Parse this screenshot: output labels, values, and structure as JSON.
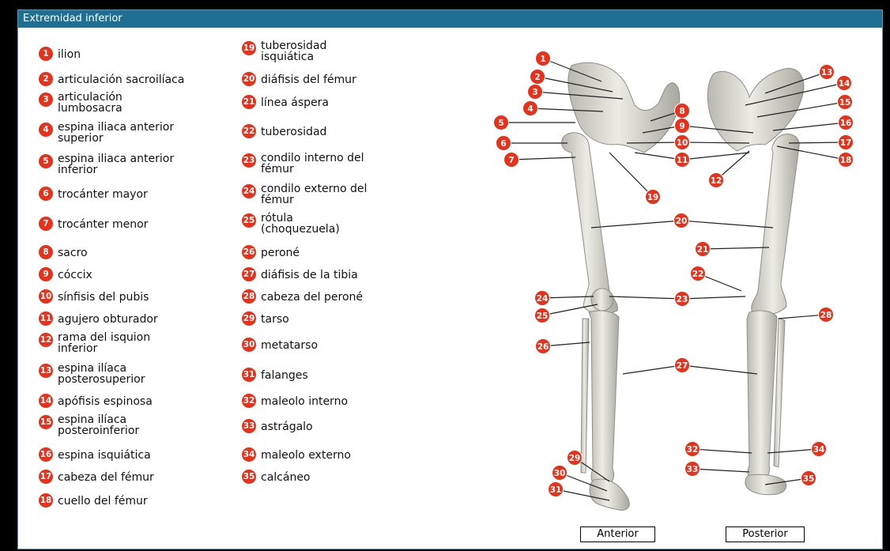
{
  "title": "Extremidad inferior",
  "accent_color": "#1e6f92",
  "badge_color": "#e8311a",
  "legend_items": [
    {
      "num": "1",
      "text": "ilion"
    },
    {
      "num": "2",
      "text": "articulación sacroilíaca"
    },
    {
      "num": "3",
      "text": "articulación\nlumbosacra"
    },
    {
      "num": "4",
      "text": "espina iliaca anterior\nsuperior"
    },
    {
      "num": "5",
      "text": "espina iliaca anterior\ninferior"
    },
    {
      "num": "6",
      "text": "trocánter mayor"
    },
    {
      "num": "7",
      "text": "trocánter menor"
    },
    {
      "num": "8",
      "text": "sacro"
    },
    {
      "num": "9",
      "text": "cóccix"
    },
    {
      "num": "10",
      "text": "sínfisis del pubis"
    },
    {
      "num": "11",
      "text": "agujero obturador"
    },
    {
      "num": "12",
      "text": "rama del isquion\ninferior"
    },
    {
      "num": "13",
      "text": "espina ilíaca\nposterosuperior"
    },
    {
      "num": "14",
      "text": "apófisis espinosa"
    },
    {
      "num": "15",
      "text": "espina ilíaca\nposteroinferior"
    },
    {
      "num": "16",
      "text": "espina isquiática"
    },
    {
      "num": "17",
      "text": "cabeza del fémur"
    },
    {
      "num": "18",
      "text": "cuello del fémur"
    },
    {
      "num": "19",
      "text": "tuberosidad\nisquiática"
    },
    {
      "num": "20",
      "text": "diáfisis del fémur"
    },
    {
      "num": "21",
      "text": "línea áspera"
    },
    {
      "num": "22",
      "text": "tuberosidad"
    },
    {
      "num": "23",
      "text": "condilo interno del\nfémur"
    },
    {
      "num": "24",
      "text": "condilo externo del\nfémur"
    },
    {
      "num": "25",
      "text": "rótula\n(choquezuela)"
    },
    {
      "num": "26",
      "text": "peroné"
    },
    {
      "num": "27",
      "text": "diáfisis de la tibia"
    },
    {
      "num": "28",
      "text": "cabeza del peroné"
    },
    {
      "num": "29",
      "text": "tarso"
    },
    {
      "num": "30",
      "text": "metatarso"
    },
    {
      "num": "31",
      "text": "falanges"
    },
    {
      "num": "32",
      "text": "maleolo interno"
    },
    {
      "num": "33",
      "text": "astrágalo"
    },
    {
      "num": "34",
      "text": "maleolo externo"
    },
    {
      "num": "35",
      "text": "calcáneo"
    }
  ],
  "figure_markers": [
    "1",
    "2",
    "3",
    "4",
    "5",
    "6",
    "7",
    "8",
    "9",
    "10",
    "11",
    "12",
    "13",
    "14",
    "15",
    "16",
    "17",
    "18",
    "19",
    "20",
    "21",
    "22",
    "23",
    "24",
    "25",
    "26",
    "27",
    "28",
    "29",
    "30",
    "31",
    "32",
    "33",
    "34",
    "35"
  ],
  "view_buttons": {
    "anterior": "Anterior",
    "posterior": "Posterior"
  }
}
